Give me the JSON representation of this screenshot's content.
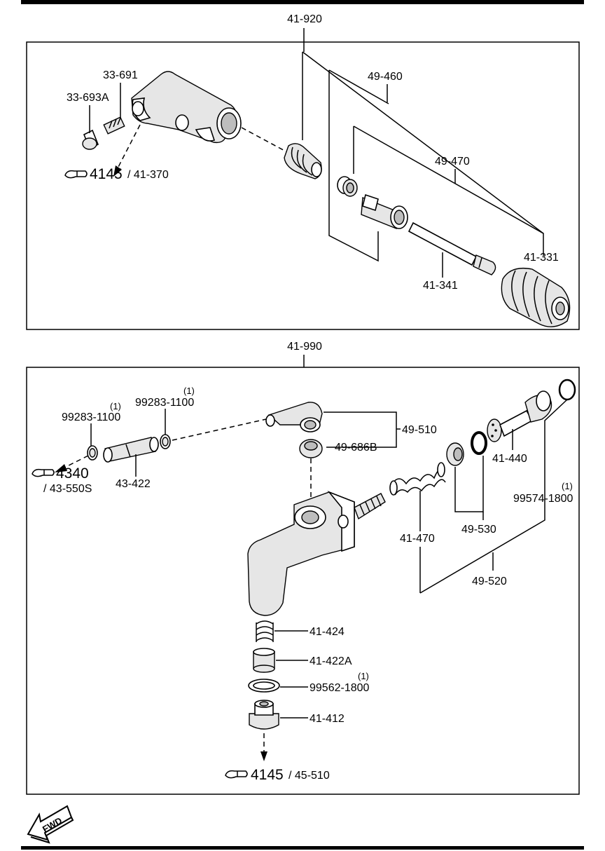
{
  "top_assembly": {
    "code": "41-920",
    "labels": {
      "p33_691": "33-691",
      "p33_693a": "33-693A",
      "p49_460": "49-460",
      "p49_470": "49-470",
      "p41_331": "41-331",
      "p41_341": "41-341"
    },
    "ref": {
      "group": "4145",
      "part": "/ 41-370"
    }
  },
  "bottom_assembly": {
    "code": "41-990",
    "labels": {
      "hose_clamp_a": "99283-1100",
      "hose_clamp_a_qty": "(1)",
      "hose_clamp_b": "99283-1100",
      "hose_clamp_b_qty": "(1)",
      "p43_422": "43-422",
      "p49_510": "49-510",
      "p49_686b": "49-686B",
      "p41_440": "41-440",
      "p99574": "99574-1800",
      "p99574_qty": "(1)",
      "p41_470": "41-470",
      "p49_530": "49-530",
      "p49_520": "49-520",
      "p41_424": "41-424",
      "p41_422a": "41-422A",
      "p99562": "99562-1800",
      "p99562_qty": "(1)",
      "p41_412": "41-412"
    },
    "ref_hose": {
      "group": "4340",
      "part": "/ 43-550S"
    },
    "ref_bottom": {
      "group": "4145",
      "part": "/ 45-510"
    }
  },
  "fwd_label": "FWD"
}
